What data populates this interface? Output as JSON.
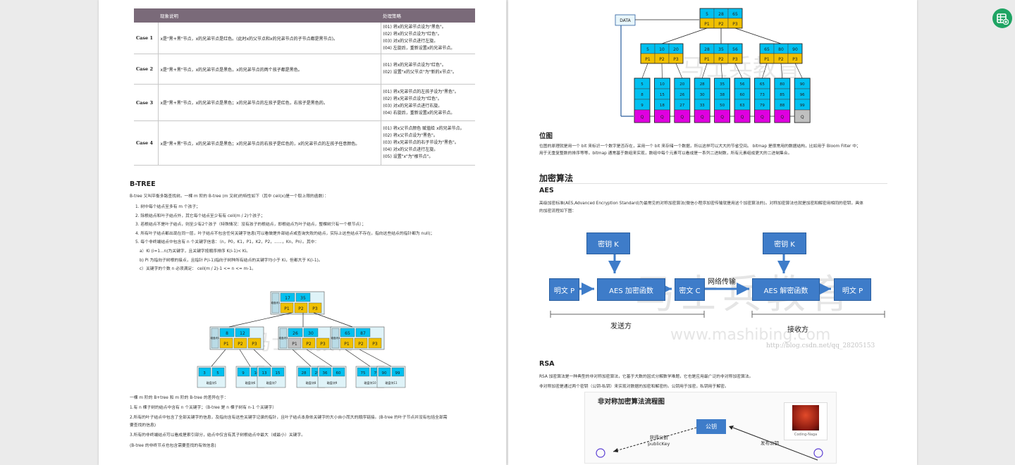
{
  "case_table": {
    "headers": [
      "",
      "现象说明",
      "处理策略"
    ],
    "rows": [
      {
        "case": "Case 1",
        "desc": "x是\"黑+黑\"节点，x的兄弟节点是红色。(此时x的父节点和x的兄弟节点的子节点都是黑节点)。",
        "strategy": [
          "(01) 将x的兄弟节点设为\"黑色\"。",
          "(02) 将x的父节点设为\"红色\"。",
          "(03) 对x的父节点进行左旋。",
          "(04) 左旋后，重新设置x的兄弟节点。"
        ]
      },
      {
        "case": "Case 2",
        "desc": "x是\"黑+黑\"节点，x的兄弟节点是黑色，x的兄弟节点的两个孩子都是黑色。",
        "strategy": [
          "(01) 将x的兄弟节点设为\"红色\"。",
          "(02) 设置\"x的父节点\"为\"新的x节点\"。"
        ]
      },
      {
        "case": "Case 3",
        "desc": "x是\"黑+黑\"节点，x的兄弟节点是黑色；x的兄弟节点的左孩子是红色，右孩子是黑色的。",
        "strategy": [
          "(01) 将x兄弟节点的左孩子设为\"黑色\"。",
          "(02) 将x兄弟节点设为\"红色\"。",
          "(03) 对x的兄弟节点进行右旋。",
          "(04) 右旋后，重新设置x的兄弟节点。"
        ]
      },
      {
        "case": "Case 4",
        "desc": "x是\"黑+黑\"节点，x的兄弟节点是黑色；x的兄弟节点的右孩子是红色的，x的兄弟节点的左孩子任意颜色。",
        "strategy": [
          "(01) 将x父节点颜色 赋值给 x的兄弟节点。",
          "(02) 将x父节点设为\"黑色\"。",
          "(03) 将x兄弟节点的右子节设为\"黑色\"。",
          "(04) 对x的父节点进行左旋。",
          "(05) 设置\"x\"为\"根节点\"。"
        ]
      }
    ]
  },
  "btree": {
    "title": "B-TREE",
    "intro": "B-tree 又叫平衡多路查找树。一棵 m 阶的 B-tree (m 叉树)的特性如下（其中 ceil(x)是一个取上限的函数）：",
    "items": [
      "1. 树中每个结点至多有 m 个孩子；",
      "2. 除根结点和叶子结点外，其它每个结点至少有有 ceil(m / 2)个孩子；",
      "3. 若根结点不是叶子结点，则至少有2个孩子（特殊情况：没有孩子的根结点，即根结点为叶子结点，整棵树只有一个根节点）；",
      "4. 所有叶子结点都出现在同一层，叶子结点不包含任何关键字信息(可以看做是外部结点或查询失败的结点，实际上这些结点不存在，指向这些结点的指针都为 null)；",
      "5. 每个非终端结点中包含有 n 个关键字信息：（n，P0，K1，P1，K2，P2，......，Kn，Pn）。其中："
    ],
    "subitems": [
      "a）Ki (i=1...n)为关键字，且关键字按顺序排序 K(i-1)< Ki。",
      "b) Pi 为指向子树根的接点，且指针 P(i-1)指向子树种所有结点的关键字均小于 Ki，但都大于 K(i-1)。",
      "c）关键字的个数 n 必须满足： ceil(m / 2)-1 <= n <= m-1。"
    ],
    "diagram": {
      "root": {
        "keys": [
          "17",
          "35"
        ],
        "ptrs": [
          "P1",
          "P2",
          "P3"
        ],
        "side": "磁盘块1"
      },
      "mid": [
        {
          "keys": [
            "8",
            "12"
          ],
          "ptrs": [
            "P1",
            "P2",
            "P3"
          ],
          "side": "磁盘块2"
        },
        {
          "keys": [
            "26",
            "30"
          ],
          "ptrs": [
            "P1",
            "P2",
            "P3"
          ],
          "side": "磁盘块3"
        },
        {
          "keys": [
            "65",
            "87"
          ],
          "ptrs": [
            "P1",
            "P2",
            "P3"
          ],
          "side": "磁盘块4"
        }
      ],
      "leaves": [
        {
          "keys": [
            "3",
            "5"
          ],
          "label": "磁盘块5"
        },
        {
          "keys": [
            "9",
            "10"
          ],
          "label": "磁盘块6"
        },
        {
          "keys": [
            "13",
            "15"
          ],
          "label": "磁盘块7"
        },
        {
          "keys": [
            "28",
            "29"
          ],
          "label": "磁盘块8"
        },
        {
          "keys": [
            "36",
            "60"
          ],
          "label": "磁盘块9"
        },
        {
          "keys": [
            "75",
            "79"
          ],
          "label": "磁盘块10"
        },
        {
          "keys": [
            "90",
            "99"
          ],
          "label": "磁盘块11"
        }
      ]
    },
    "compare_intro": "一棵 m 阶的 B+tree 和 m 阶的 B-tree 的差异在于：",
    "compare": [
      "1.有 n 棵子树的结点中含有 n 个关键字；（B-tree 是 n 棵子树有 n-1 个关键字）",
      "2.所有的叶子结点中包含了全部关键字的信息，及指向含有这些关键字记录的指针，且叶子结点本身依关键字的大小自小而大的顺序链接。(B-tree 的叶子节点并没有包括全部需",
      "要查找的信息)",
      "3.所有的非终端结点可以看成是索引部分，结点中仅含有其子树根结点中最大（或最小）关键字。",
      "(B-tree 的非终节点也包含需要查找的有效信息)"
    ]
  },
  "bplus": {
    "data_label": "DATA",
    "root": [
      "5",
      "28",
      "65"
    ],
    "ptrs": [
      "P1",
      "P2",
      "P3"
    ],
    "mid": [
      [
        "5",
        "10",
        "20"
      ],
      [
        "28",
        "35",
        "56"
      ],
      [
        "65",
        "80",
        "90"
      ]
    ],
    "leaves": [
      [
        "5",
        "8",
        "9"
      ],
      [
        "10",
        "15",
        "18"
      ],
      [
        "20",
        "26",
        "27"
      ],
      [
        "28",
        "30",
        "33"
      ],
      [
        "35",
        "38",
        "50"
      ],
      [
        "56",
        "60",
        "63"
      ],
      [
        "65",
        "73",
        "79"
      ],
      [
        "80",
        "85",
        "88"
      ],
      [
        "90",
        "96",
        "99"
      ]
    ],
    "q_label": "Q"
  },
  "bitmap": {
    "title": "位图",
    "text1": "位图的原理就是用一个 bit 来标识一个数字是否存在，采用一个 bit 来存储一个数据，所以这样可以大大的节省空间。 bitmap 是很常用的数据结构，比如用于 Bloom Filter 中；",
    "text2": "用于无重复整数的排序等等。bitmap 通常基于数组来实现，数组中每个元素可以看成是一系列二进制数，所有元素组成更大的二进制集合。"
  },
  "crypto": {
    "title": "加密算法",
    "aes_title": "AES",
    "aes_text1": "高级加密标准(AES,Advanced Encryption Standard)为最常见的对称加密算法(微信小程序加密传输就是用这个加密算法的)。对称加密算法也就是加密和解密用相同的密钥，具体",
    "aes_text2": "的加密流程如下图：",
    "aes_diagram": {
      "key1": "密钥 K",
      "key2": "密钥 K",
      "plain1": "明文 P",
      "enc": "AES 加密函数",
      "cipher": "密文 C",
      "network": "网络传输",
      "dec": "AES 解密函数",
      "plain2": "明文 P",
      "sender": "发送方",
      "receiver": "接收方",
      "watermark_cn": "马士兵教育",
      "watermark_url": "www.mashibing.com",
      "blog_url": "http://blog.csdn.net/qq_28205153"
    },
    "rsa_title": "RSA",
    "rsa_text1": "RSA 加密算法是一种典型的非对称加密算法，它基于大数的因式分解数学难题，它也是应用最广泛的非对称加密算法。",
    "rsa_text2": "非对称加密是通过两个密钥（公钥-私钥）来实现对数据的加密和解密的。公钥用于加密，私钥用于解密。",
    "rsa_diagram": {
      "title": "非对称加密算法流程图",
      "public_key": "公钥",
      "get_key": "获得公钥",
      "get_key_en": "publicKey",
      "publish_key": "发布公钥",
      "avatar_caption": "Coding-Naga"
    }
  },
  "watermark_left": "马士兵教育",
  "colors": {
    "cyan": "#00c0f0",
    "yellow": "#f0c000",
    "magenta": "#e000e0",
    "gray": "#c0c0c0",
    "aes_blue": "#3e7cc9",
    "header": "#7a6a79",
    "app_icon": "#1fa463"
  },
  "icons": {
    "app": "spreadsheet-plus-icon"
  }
}
